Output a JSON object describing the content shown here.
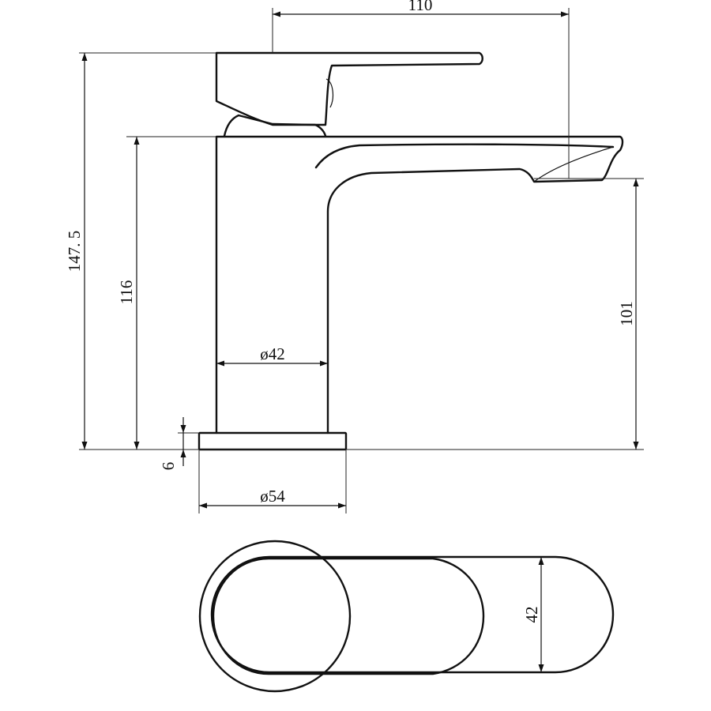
{
  "dimensions": {
    "spout_reach": "110",
    "total_height": "147. 5",
    "body_height": "116",
    "spout_outlet_height": "101",
    "body_diameter": "ø42",
    "base_diameter": "ø54",
    "base_thickness": "6",
    "plan_width": "42"
  },
  "colors": {
    "line": "#111111",
    "background": "#ffffff"
  }
}
